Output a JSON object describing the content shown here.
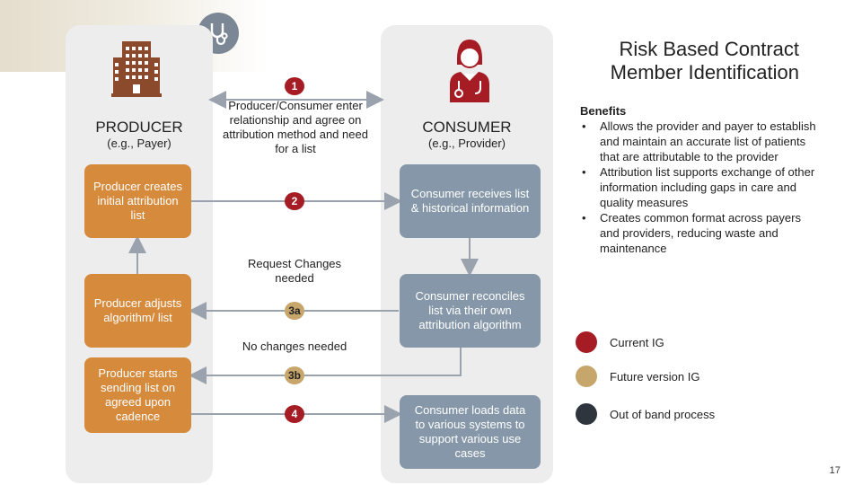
{
  "title": {
    "line1": "Risk Based Contract",
    "line2": "Member Identification"
  },
  "producer": {
    "label": "PRODUCER",
    "sublabel": "(e.g., Payer)"
  },
  "consumer": {
    "label": "CONSUMER",
    "sublabel": "(e.g., Provider)"
  },
  "steps": {
    "step1_badge": "1",
    "step1_text": "Producer/Consumer enter relationship and agree on attribution method and need for a list",
    "step2_badge": "2",
    "step3a_badge": "3a",
    "step3b_badge": "3b",
    "step4_badge": "4",
    "request_changes": "Request Changes needed",
    "no_changes": "No changes needed"
  },
  "producer_boxes": [
    "Producer creates initial attribution list",
    "Producer adjusts algorithm/ list",
    "Producer starts sending list on agreed upon cadence"
  ],
  "consumer_boxes": [
    "Consumer receives list & historical information",
    "Consumer reconciles list via their own attribution algorithm",
    "Consumer loads data to various systems to support various use cases"
  ],
  "benefits": {
    "heading": "Benefits",
    "items": [
      "Allows the provider and payer to establish and maintain an accurate list of patients that are attributable to the provider",
      "Attribution list supports exchange of other information including gaps in care and quality measures",
      "Creates common format across payers and providers, reducing waste and maintenance"
    ]
  },
  "legend": [
    {
      "label": "Current IG",
      "color": "#a51c24"
    },
    {
      "label": "Future version IG",
      "color": "#c6a66b"
    },
    {
      "label": "Out of band process",
      "color": "#2f353d"
    }
  ],
  "page_number": "17",
  "icons": [
    "building-icon",
    "doctor-icon",
    "stethoscope-icon"
  ]
}
